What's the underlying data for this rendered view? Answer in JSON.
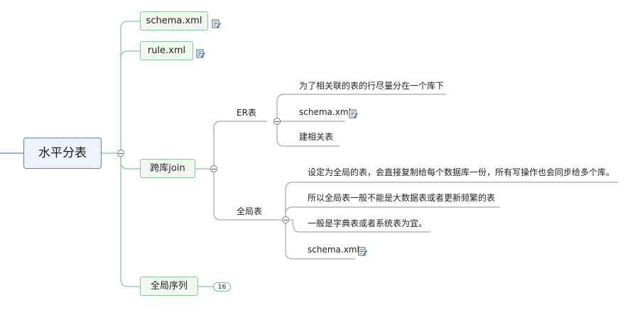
{
  "root": {
    "label": "水平分表"
  },
  "branches": {
    "schema": {
      "label": "schema.xml",
      "note_icon": "note-icon"
    },
    "rule": {
      "label": "rule.xml",
      "note_icon": "note-icon"
    },
    "cross_join": {
      "label": "跨库join",
      "er_table": {
        "label": "ER表",
        "items": [
          {
            "label": "为了相关联的表的行尽量分在一个库下"
          },
          {
            "label": "schema.xml",
            "note_icon": "note-icon"
          },
          {
            "label": "建相关表"
          }
        ]
      },
      "global_table": {
        "label": "全局表",
        "items": [
          {
            "label": "设定为全局的表，会直接复制给每个数据库一份，所有写操作也会同步给多个库。"
          },
          {
            "label": "所以全局表一般不能是大数据表或者更新频繁的表"
          },
          {
            "label": "一般是字典表或者系统表为宜。"
          },
          {
            "label": "schema.xml",
            "note_icon": "note-icon"
          }
        ]
      }
    },
    "global_sequence": {
      "label": "全局序列",
      "collapsed_count": "16"
    }
  },
  "colors": {
    "green_line": "#8cc49a",
    "gray_line": "#a8a8a8",
    "root_border": "#5f84b8",
    "note_icon": "#2d6fb5"
  }
}
